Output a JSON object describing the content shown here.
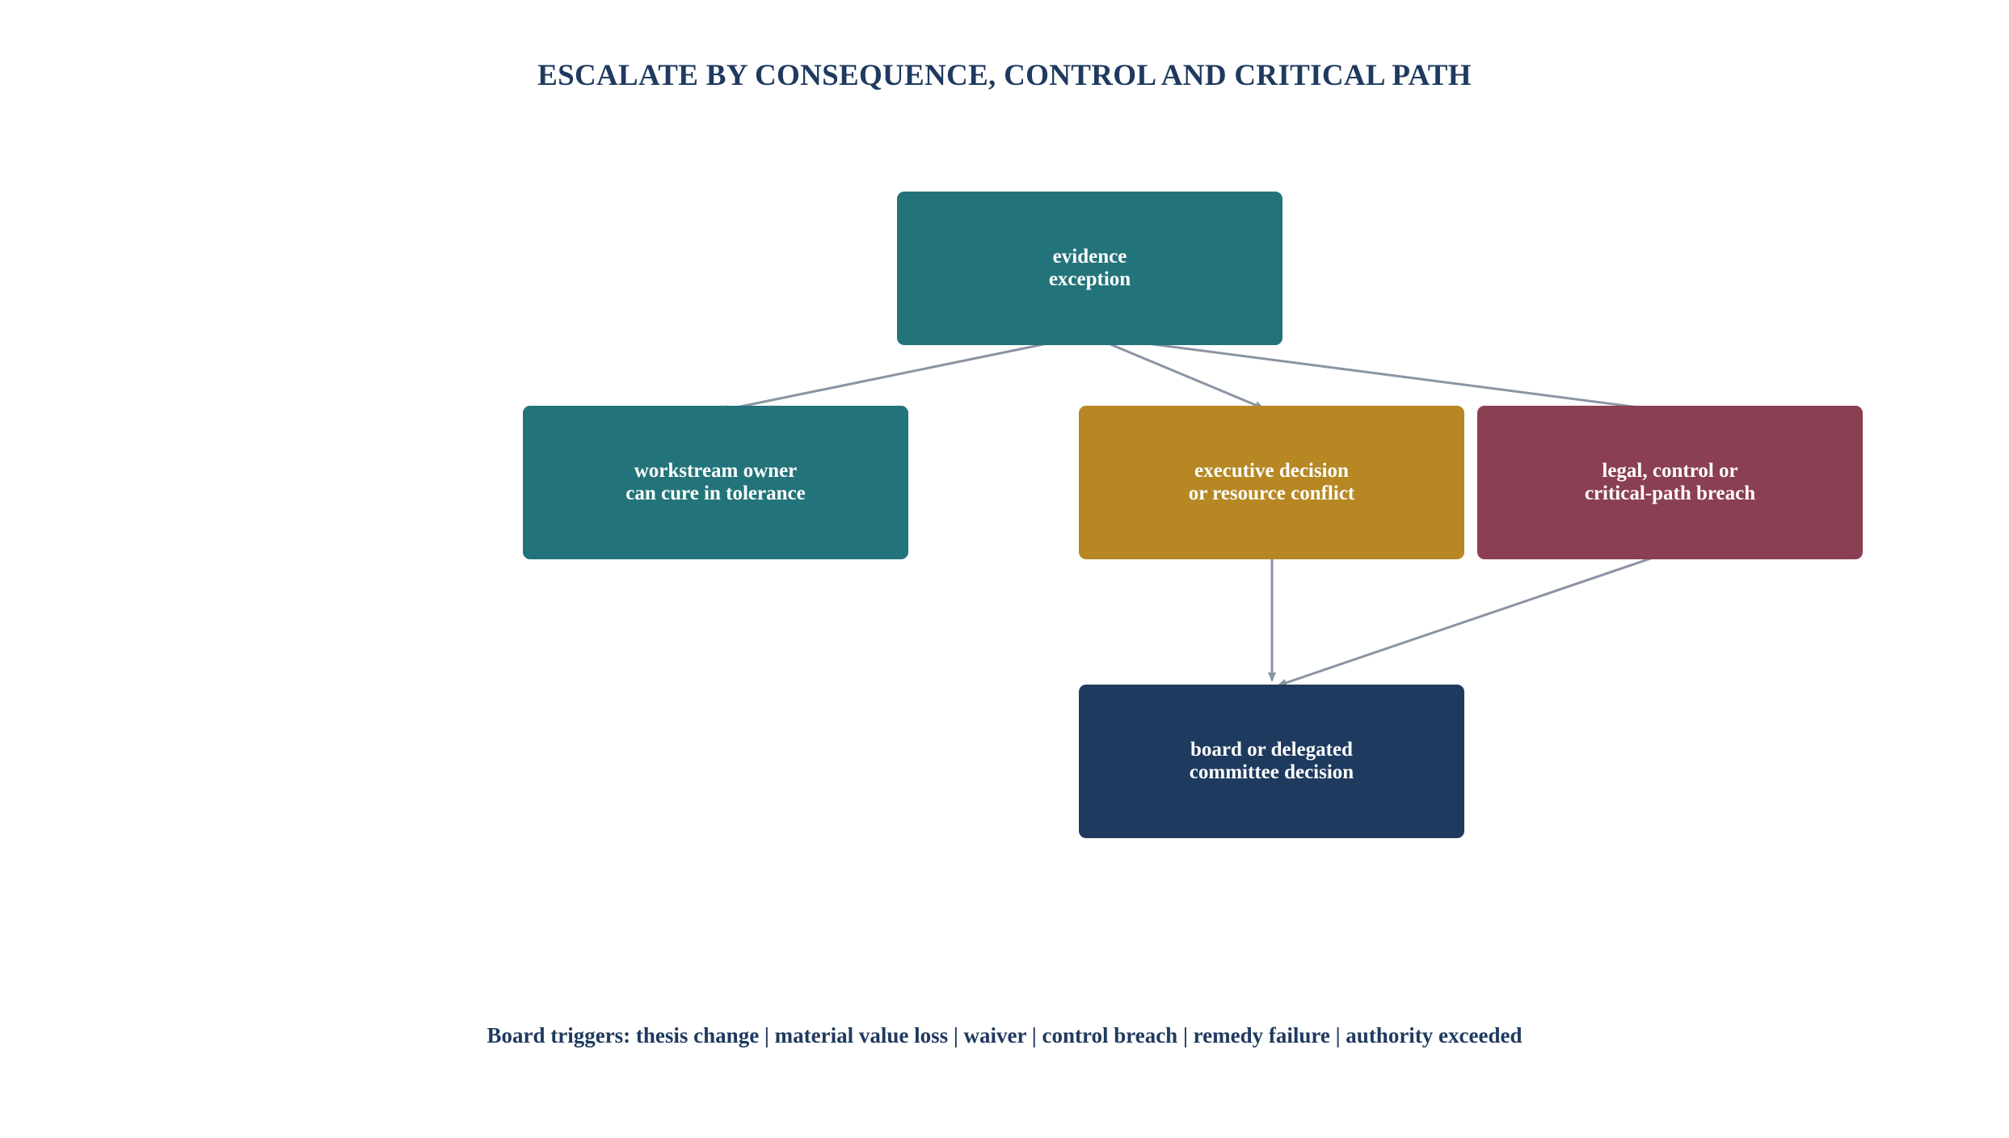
{
  "title": "ESCALATE BY CONSEQUENCE, CONTROL AND CRITICAL PATH",
  "nodes": {
    "evidence": {
      "label": "evidence\nexception",
      "color": "#23747a"
    },
    "workstream": {
      "label": "workstream owner\ncan cure in tolerance",
      "color": "#23747a"
    },
    "executive": {
      "label": "executive decision\nor resource conflict",
      "color": "#b68722"
    },
    "legal": {
      "label": "legal, control or\ncritical-path breach",
      "color": "#8b3f52"
    },
    "board": {
      "label": "board or delegated\ncommittee decision",
      "color": "#1f3a5f"
    }
  },
  "edges": [
    {
      "from": "evidence",
      "to": "workstream"
    },
    {
      "from": "evidence",
      "to": "executive"
    },
    {
      "from": "evidence",
      "to": "legal"
    },
    {
      "from": "executive",
      "to": "board"
    },
    {
      "from": "legal",
      "to": "board"
    }
  ],
  "footer": "Board triggers: thesis change | material value loss | waiver | control breach | remedy failure | authority exceeded",
  "colors": {
    "title": "#1f3a5f",
    "edge": "#8a94a3"
  }
}
